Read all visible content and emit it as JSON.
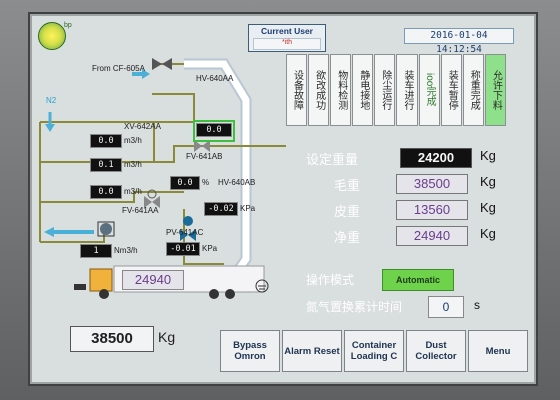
{
  "header": {
    "logo_text": "bp",
    "current_user_label": "Current User",
    "current_user_value": "*ith",
    "datetime": "2016-01-04 14:12:54"
  },
  "diagram": {
    "from_label": "From CF-605A",
    "hv640aa": "HV-640AA",
    "n2": "N2",
    "xv642aa": "XV-642AA",
    "xv642aa_val": "0.0",
    "fv641ab": "FV-641AB",
    "m3h_1_val": "0.0",
    "m3h_1_unit": "m3/h",
    "m3h_2_val": "0.1",
    "m3h_2_unit": "m3/h",
    "m3h_3_val": "0.0",
    "m3h_3_unit": "m3/h",
    "fv641aa": "FV-641AA",
    "pct_val": "0.0",
    "pct_unit": "%",
    "hv640ab": "HV-640AB",
    "kpa_1_val": "-0.02",
    "kpa_1_unit": "KPa",
    "pv641ac": "PV-641AC",
    "kpa_2_val": "-0.01",
    "kpa_2_unit": "KPa",
    "nm3h_val": "1",
    "nm3h_unit": "Nm3/h",
    "truck_weight": "24940"
  },
  "command_buttons": [
    {
      "label": "设备故障",
      "style": "normal"
    },
    {
      "label": "欲改成功",
      "style": "normal"
    },
    {
      "label": "物料检测",
      "style": "normal"
    },
    {
      "label": "静电接地",
      "style": "normal"
    },
    {
      "label": "除尘运行",
      "style": "normal"
    },
    {
      "label": "装车进行",
      "style": "normal"
    },
    {
      "label": "ioo完成",
      "style": "greentxt"
    },
    {
      "label": "装车暂停",
      "style": "normal"
    },
    {
      "label": "称重完成",
      "style": "normal"
    },
    {
      "label": "允许下料",
      "style": "green"
    }
  ],
  "params": {
    "set_weight_label": "设定重量",
    "set_weight_val": "24200",
    "set_weight_unit": "Kg",
    "gross_label": "毛重",
    "gross_val": "38500",
    "gross_unit": "Kg",
    "tare_label": "皮重",
    "tare_val": "13560",
    "tare_unit": "Kg",
    "net_label": "净重",
    "net_val": "24940",
    "net_unit": "Kg",
    "mode_label": "操作模式",
    "mode_val": "Automatic",
    "nitrogen_label": "氮气置换累计时间",
    "nitrogen_val": "0",
    "nitrogen_unit": "s"
  },
  "bottom": {
    "weight_val": "38500",
    "weight_unit": "Kg"
  },
  "softkeys": [
    {
      "label": "Bypass Omron"
    },
    {
      "label": "Alarm Reset"
    },
    {
      "label": "Container Loading C"
    },
    {
      "label": "Dust Collector"
    },
    {
      "label": "Menu"
    }
  ]
}
